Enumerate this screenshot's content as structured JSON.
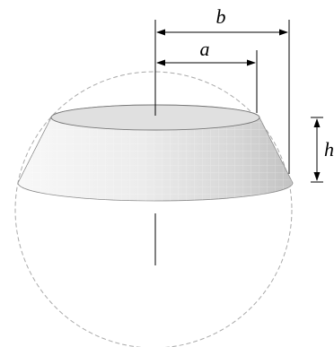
{
  "labels": {
    "b": "b",
    "a": "a",
    "h": "h"
  },
  "colors": {
    "sphere_outline": "#aaaaaa",
    "zone_fill_light": "#f6f6f6",
    "zone_fill_dark": "#c8c8c8",
    "top_disk_fill": "#e0e0e0",
    "line": "#000000"
  }
}
